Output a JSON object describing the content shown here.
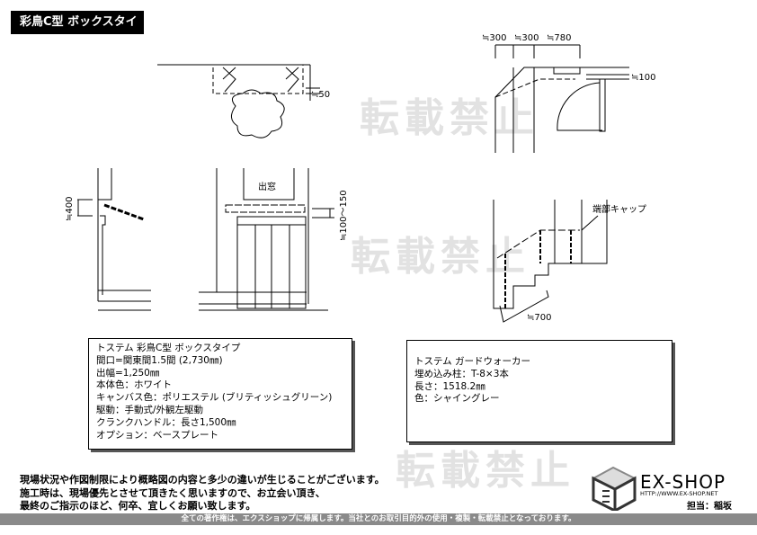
{
  "watermark": "転載禁止",
  "title": "彩鳥C型 ボックスタイプ",
  "drawing_labels": {
    "plan_dim_50": "≒50",
    "side_dim_400": "≒400",
    "window_label": "出窓",
    "front_dim_100_150": "≒100〜150",
    "top_dims": [
      "≒300",
      "≒300",
      "≒780"
    ],
    "top_dim_100": "≒100",
    "end_cap": "端部キャップ",
    "stair_dim_700": "≒700"
  },
  "spec_awning": [
    "トステム 彩鳥C型 ボックスタイプ",
    "間口=関東間1.5間 (2,730㎜)",
    "出幅=1,250㎜",
    "本体色：ホワイト",
    "キャンバス色：ポリエステル (ブリティッシュグリーン)",
    "駆動：手動式/外観左駆動",
    "クランクハンドル：長さ1,500㎜",
    "オプション：ベースプレート"
  ],
  "spec_walker": [
    "トステム ガードウォーカー",
    "埋め込み柱：T-8×3本",
    "長さ：1518.2㎜",
    "色：シャイングレー"
  ],
  "notes": [
    "現場状況や作図制限により概略図の内容と多少の違いが生じることがございます。",
    "施工時は、現場優先とさせて頂きたく思いますので、お立会い頂き、",
    "最終のご指示のほど、何卒、宜しくお願い致します。"
  ],
  "logo": {
    "name": "EX-SHOP",
    "url": "HTTP://WWW.EX-SHOP.NET",
    "staff": "担当：稲坂"
  },
  "copyright": "全ての著作権は、エクスショップに帰属します。当社とのお取引目的外の使用・複製・転載禁止となっております。"
}
